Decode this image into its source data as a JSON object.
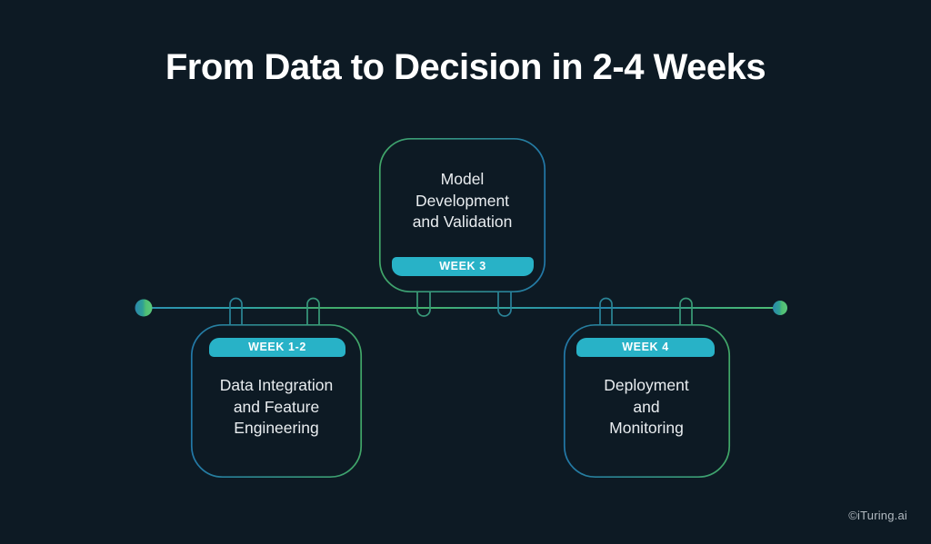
{
  "page": {
    "title": "From Data to Decision in 2-4 Weeks",
    "copyright": "©iTuring.ai"
  },
  "colors": {
    "background": "#0d1a24",
    "badge_teal": "#28b2c7",
    "gradient_green": "#41a768",
    "gradient_blue": "#2278a8",
    "title_text": "#ffffff",
    "body_text": "#e9edf0",
    "footer_text": "#b2bac1"
  },
  "timeline": {
    "steps": [
      {
        "id": "week-1-2",
        "week_label": "WEEK 1-2",
        "title": "Data Integration\nand Feature\nEngineering",
        "position": "below-line"
      },
      {
        "id": "week-3",
        "week_label": "WEEK 3",
        "title": "Model\nDevelopment\nand Validation",
        "position": "above-line"
      },
      {
        "id": "week-4",
        "week_label": "WEEK 4",
        "title": "Deployment\nand\nMonitoring",
        "position": "below-line"
      }
    ]
  }
}
